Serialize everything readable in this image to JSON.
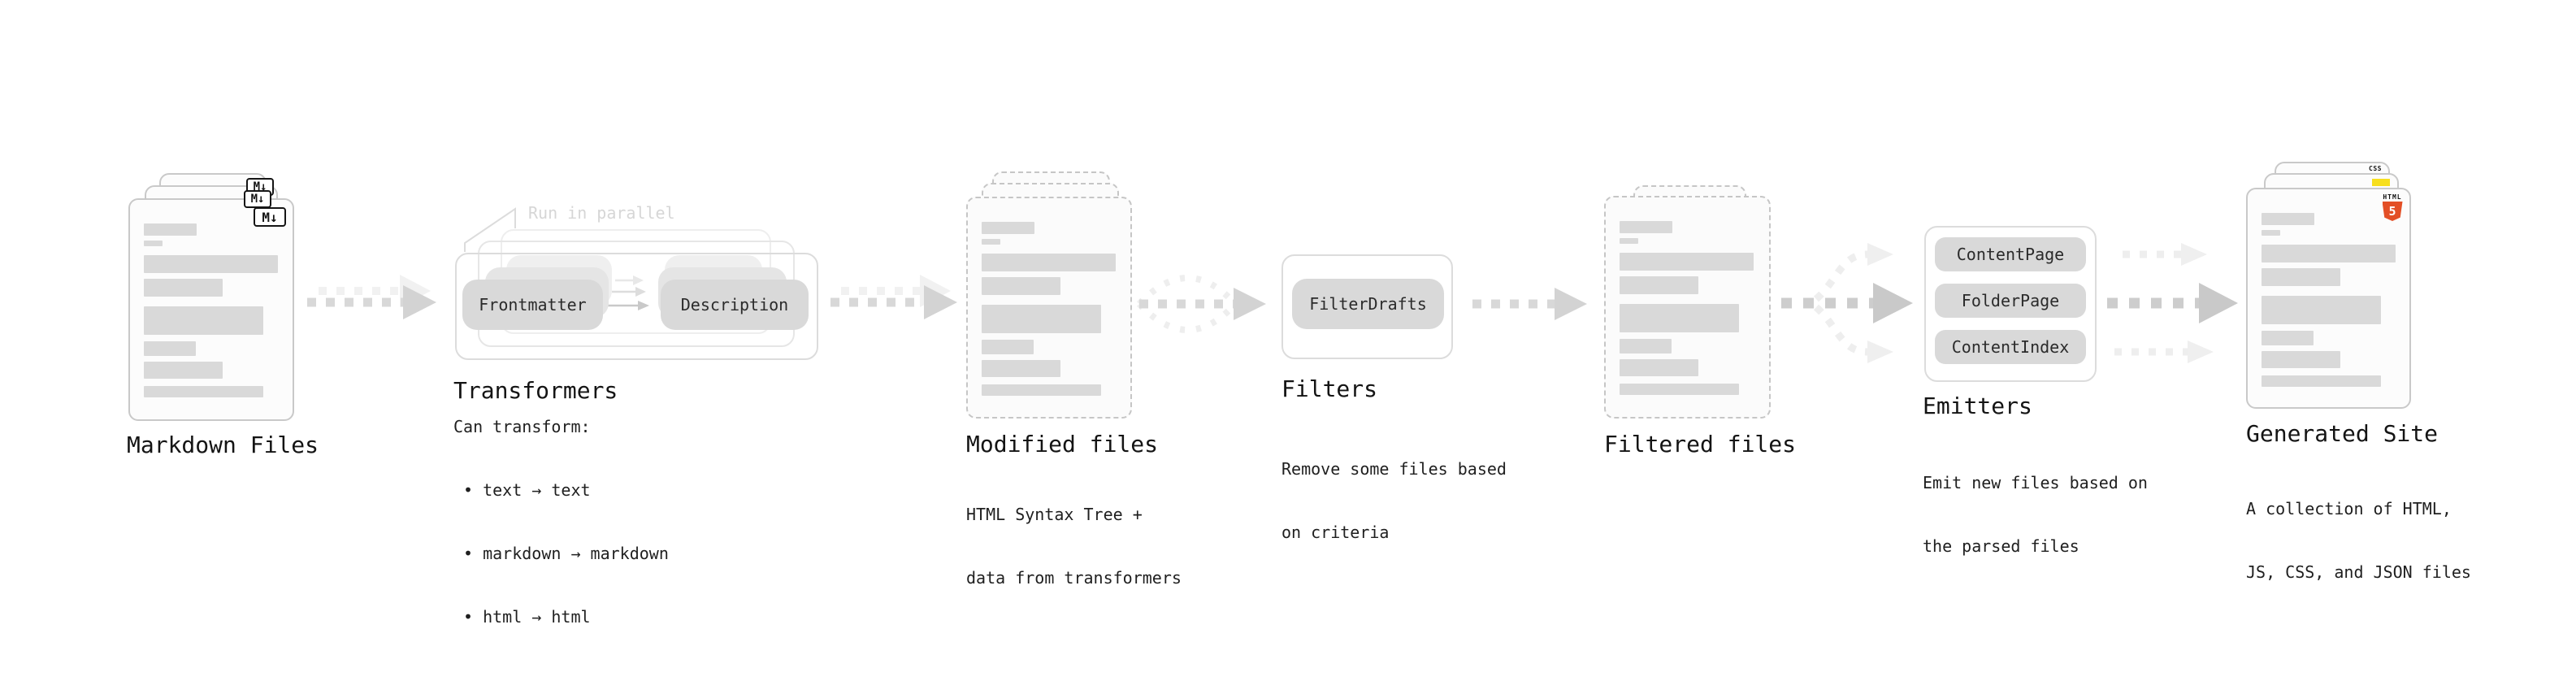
{
  "markdown": {
    "label": "Markdown Files",
    "icon": "M↓"
  },
  "transformers": {
    "label": "Transformers",
    "annotation": "Run in parallel",
    "pill_left": "Frontmatter",
    "pill_right": "Description",
    "desc": "Can transform:",
    "bullets": [
      "• text → text",
      "• markdown → markdown",
      "• html → html"
    ]
  },
  "modified": {
    "label": "Modified files",
    "desc1": "HTML Syntax Tree +",
    "desc2": "data from transformers"
  },
  "filters": {
    "label": "Filters",
    "pill": "FilterDrafts",
    "desc1": "Remove some files based",
    "desc2": "on criteria"
  },
  "filtered": {
    "label": "Filtered files"
  },
  "emitters": {
    "label": "Emitters",
    "pills": [
      "ContentPage",
      "FolderPage",
      "ContentIndex"
    ],
    "desc1": "Emit new files based on",
    "desc2": "the parsed files"
  },
  "generated": {
    "label": "Generated Site",
    "desc1": "A collection of HTML,",
    "desc2": "JS, CSS, and JSON files",
    "icon_css": "CSS",
    "icon_html": "HTML",
    "icon_five": "5"
  },
  "colors": {
    "html5_orange": "#e34f26",
    "js_yellow": "#f7df1e",
    "css_blue": "#2f6df2",
    "bar_gray": "#d9d9d9",
    "pill_gray": "#d9d9d9",
    "text_dark": "#1b1b1b",
    "faded_gray": "#d6d6d6"
  }
}
